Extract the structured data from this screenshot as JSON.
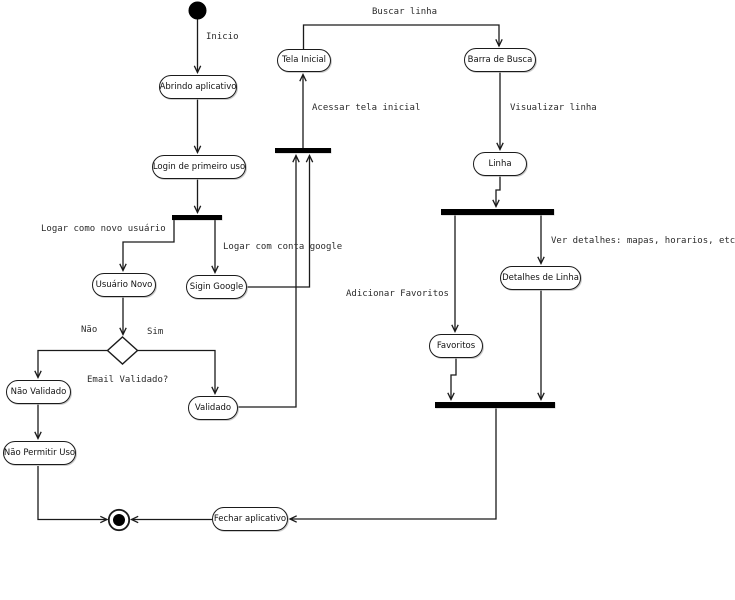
{
  "diagram": {
    "kind": "uml-activity-diagram",
    "colors": {
      "background": "#ffffff",
      "line": "#1a1a1a",
      "node_fill": "#ffffff",
      "node_border": "#1b1b1b",
      "sync_bar": "#000000"
    }
  },
  "nodes": {
    "abrindo": {
      "label": "Abrindo aplicativo"
    },
    "login": {
      "label": "Login de primeiro uso"
    },
    "usuario_novo": {
      "label": "Usuário Novo"
    },
    "sigin_google": {
      "label": "Sigin Google"
    },
    "nao_validado": {
      "label": "Não Validado"
    },
    "validado": {
      "label": "Validado"
    },
    "nao_permitir": {
      "label": "Não Permitir Uso"
    },
    "fechar": {
      "label": "Fechar aplicativo"
    },
    "tela_inicial": {
      "label": "Tela Inicial"
    },
    "barra_busca": {
      "label": "Barra de Busca"
    },
    "linha": {
      "label": "Linha"
    },
    "detalhes": {
      "label": "Detalhes de Linha"
    },
    "favoritos": {
      "label": "Favoritos"
    }
  },
  "edge_labels": {
    "inicio": "Inicio",
    "buscar_linha": "Buscar linha",
    "acessar_tela": "Acessar tela inicial",
    "visualizar_linha": "Visualizar linha",
    "logar_novo": "Logar como novo usuário",
    "logar_google": "Logar com conta google",
    "nao": "Não",
    "sim": "Sim",
    "email_validado": "Email Validado?",
    "ver_detalhes": "Ver detalhes: mapas, horarios, etc.",
    "adicionar_favoritos": "Adicionar Favoritos"
  },
  "edges": [
    {
      "from": "initial-node",
      "to": "Abrindo aplicativo",
      "label": "Inicio"
    },
    {
      "from": "Abrindo aplicativo",
      "to": "Login de primeiro uso",
      "label": ""
    },
    {
      "from": "Login de primeiro uso",
      "to": "fork-bar-login",
      "label": ""
    },
    {
      "from": "fork-bar-login",
      "to": "Usuário Novo",
      "label": "Logar como novo usuário"
    },
    {
      "from": "fork-bar-login",
      "to": "Sigin Google",
      "label": "Logar com conta google"
    },
    {
      "from": "Usuário Novo",
      "to": "decision-email-validado",
      "label": "Email Validado?"
    },
    {
      "from": "decision-email-validado",
      "to": "Não Validado",
      "label": "Não"
    },
    {
      "from": "decision-email-validado",
      "to": "Validado",
      "label": "Sim"
    },
    {
      "from": "Não Validado",
      "to": "Não Permitir Uso",
      "label": ""
    },
    {
      "from": "Não Permitir Uso",
      "to": "final-node",
      "label": ""
    },
    {
      "from": "Validado",
      "to": "join-bar-tela-inicial",
      "label": ""
    },
    {
      "from": "Sigin Google",
      "to": "join-bar-tela-inicial",
      "label": ""
    },
    {
      "from": "join-bar-tela-inicial",
      "to": "Tela Inicial",
      "label": "Acessar tela inicial"
    },
    {
      "from": "Tela Inicial",
      "to": "Barra de Busca",
      "label": "Buscar linha"
    },
    {
      "from": "Barra de Busca",
      "to": "Linha",
      "label": "Visualizar linha"
    },
    {
      "from": "Linha",
      "to": "fork-bar-linha",
      "label": ""
    },
    {
      "from": "fork-bar-linha",
      "to": "Favoritos",
      "label": "Adicionar Favoritos"
    },
    {
      "from": "fork-bar-linha",
      "to": "Detalhes de Linha",
      "label": "Ver detalhes: mapas, horarios, etc."
    },
    {
      "from": "Favoritos",
      "to": "join-bar-favoritos",
      "label": ""
    },
    {
      "from": "Detalhes de Linha",
      "to": "join-bar-favoritos",
      "label": ""
    },
    {
      "from": "join-bar-favoritos",
      "to": "Fechar aplicativo",
      "label": ""
    },
    {
      "from": "Fechar aplicativo",
      "to": "final-node",
      "label": ""
    }
  ]
}
